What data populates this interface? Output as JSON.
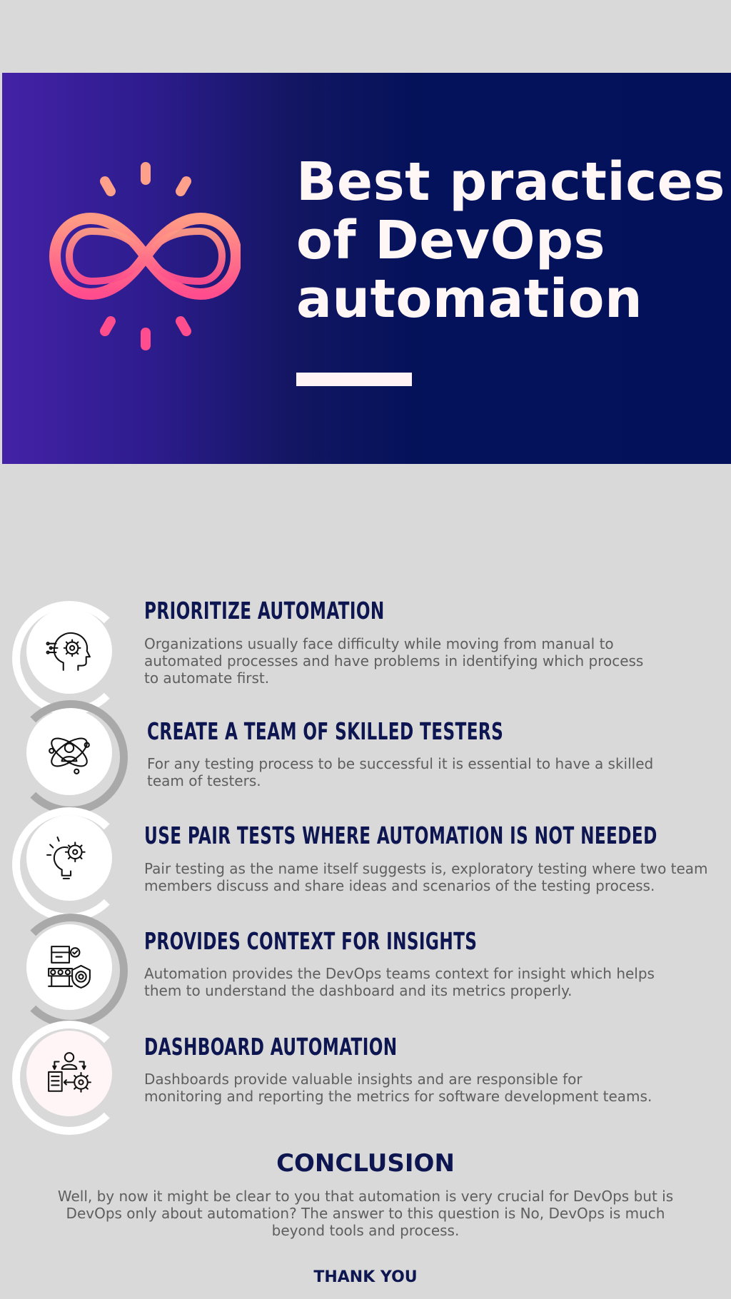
{
  "hero": {
    "title_lines": [
      "Best practices",
      "of DevOps",
      "automation"
    ],
    "logo_icon": "infinity-icon",
    "colors": {
      "gradient_start": "#4422a6",
      "gradient_end": "#03115a",
      "logo_pink": "#ff4d8d",
      "logo_peach": "#ff9b84"
    }
  },
  "items": [
    {
      "icon": "brain-gears-icon",
      "title": "PRIORITIZE AUTOMATION",
      "lines": [
        "Organizations usually face difficulty while moving from manual to",
        "automated processes and have problems in identifying which process",
        "to automate first."
      ]
    },
    {
      "icon": "team-network-icon",
      "title": "CREATE A TEAM OF SKILLED TESTERS",
      "lines": [
        "For any testing process to be successful it is essential to have a skilled",
        "team of testers."
      ]
    },
    {
      "icon": "idea-gear-icon",
      "title": "USE PAIR TESTS WHERE AUTOMATION IS NOT NEEDED",
      "lines": [
        "Pair testing as the name itself suggests is, exploratory testing where two team",
        "members discuss and share ideas and scenarios of the testing process."
      ]
    },
    {
      "icon": "conveyor-target-icon",
      "title": "PROVIDES CONTEXT FOR INSIGHTS",
      "lines": [
        "Automation provides the DevOps teams context for insight which helps",
        "them to understand the dashboard and its metrics properly."
      ]
    },
    {
      "icon": "person-dashboard-gear-icon",
      "title": "DASHBOARD AUTOMATION",
      "lines": [
        "Dashboards provide valuable insights and are responsible for",
        "monitoring and reporting the metrics for software development teams."
      ]
    }
  ],
  "conclusion": {
    "title": "CONCLUSION",
    "lines": [
      "Well, by now it might be clear to you that automation is very crucial for DevOps but is",
      "DevOps only about automation? The answer to this question is No, DevOps is much",
      "beyond tools and process."
    ]
  },
  "footer": {
    "thanks": "THANK YOU"
  },
  "colors": {
    "heading": "#0d1650",
    "body_text": "#5e5e5e",
    "background": "#d9d9d9"
  }
}
